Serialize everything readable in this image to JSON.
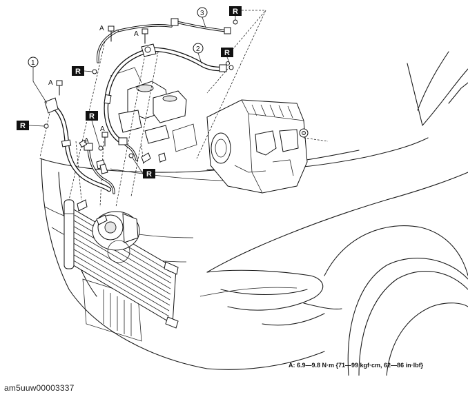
{
  "callouts": {
    "part_1": "1",
    "part_2": "2",
    "part_3": "3"
  },
  "markers": {
    "replace": "R",
    "torque": "A"
  },
  "torque_note": "A: 6.9—9.8 N·m {71—99 kgf·cm, 62—86 in·lbf}",
  "image_code": "am5uuw00003337"
}
